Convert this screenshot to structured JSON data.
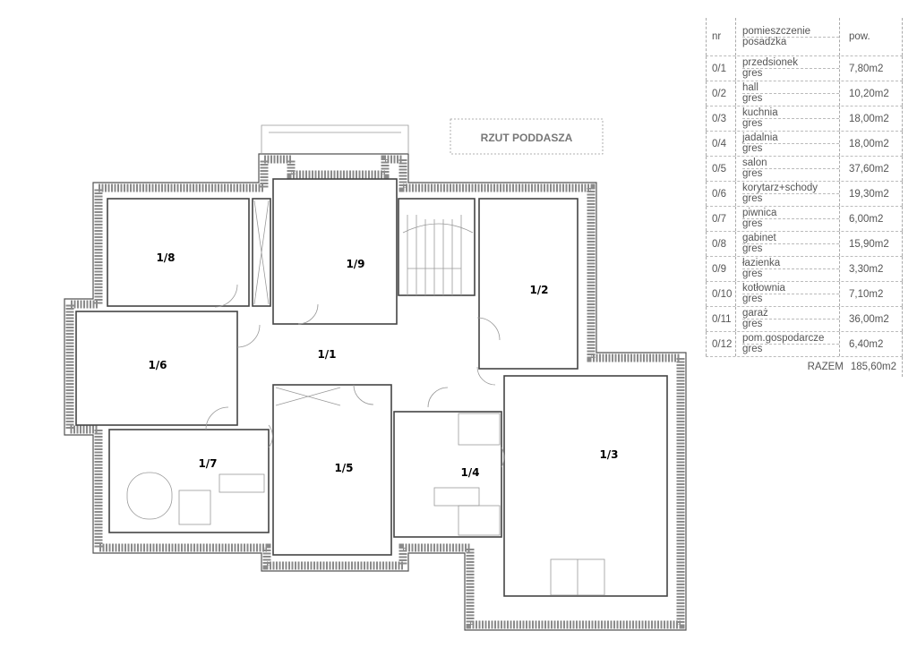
{
  "plan": {
    "title": "RZUT PODDASZA",
    "rooms": [
      {
        "id": "1/8"
      },
      {
        "id": "1/9"
      },
      {
        "id": "1/2"
      },
      {
        "id": "1/6"
      },
      {
        "id": "1/1"
      },
      {
        "id": "1/7"
      },
      {
        "id": "1/5"
      },
      {
        "id": "1/4"
      },
      {
        "id": "1/3"
      }
    ]
  },
  "table": {
    "headers": {
      "nr": "nr",
      "room": "pomieszczenie",
      "floor": "posadzka",
      "area": "pow."
    },
    "rows": [
      {
        "nr": "0/1",
        "room": "przedsionek",
        "floor": "gres",
        "area": "7,80m2"
      },
      {
        "nr": "0/2",
        "room": "hall",
        "floor": "gres",
        "area": "10,20m2"
      },
      {
        "nr": "0/3",
        "room": "kuchnia",
        "floor": "gres",
        "area": "18,00m2"
      },
      {
        "nr": "0/4",
        "room": "jadalnia",
        "floor": "gres",
        "area": "18,00m2"
      },
      {
        "nr": "0/5",
        "room": "salon",
        "floor": "gres",
        "area": "37,60m2"
      },
      {
        "nr": "0/6",
        "room": "korytarz+schody",
        "floor": "gres",
        "area": "19,30m2"
      },
      {
        "nr": "0/7",
        "room": "piwnica",
        "floor": "gres",
        "area": "6,00m2"
      },
      {
        "nr": "0/8",
        "room": "gabinet",
        "floor": "gres",
        "area": "15,90m2"
      },
      {
        "nr": "0/9",
        "room": "łazienka",
        "floor": "gres",
        "area": "3,30m2"
      },
      {
        "nr": "0/10",
        "room": "kotłownia",
        "floor": "gres",
        "area": "7,10m2"
      },
      {
        "nr": "0/11",
        "room": "garaż",
        "floor": "gres",
        "area": "36,00m2"
      },
      {
        "nr": "0/12",
        "room": "pom.gospodarcze",
        "floor": "gres",
        "area": "6,40m2"
      }
    ],
    "total_label": "RAZEM",
    "total_value": "185,60m2"
  }
}
